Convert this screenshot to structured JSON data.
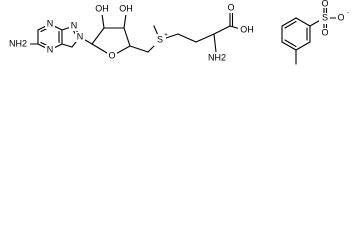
{
  "molecule": {
    "adenine": {
      "amine_label": "NH2",
      "ring_n1": "N",
      "ring_n3": "N",
      "ring_n7": "N",
      "ring_n9": "N"
    },
    "ribose": {
      "oh2_label": "OH",
      "oh3_label": "OH",
      "ring_o_label": "O"
    },
    "sulfonium": {
      "s_label": "S",
      "charge": "+"
    },
    "amino_acid": {
      "carbonyl_o": "O",
      "hydroxyl": "OH",
      "amine": "NH2"
    },
    "tosylate": {
      "s_label": "S",
      "o_top": "O",
      "o_right": "O",
      "o_bottom": "O",
      "charge": "-"
    }
  }
}
